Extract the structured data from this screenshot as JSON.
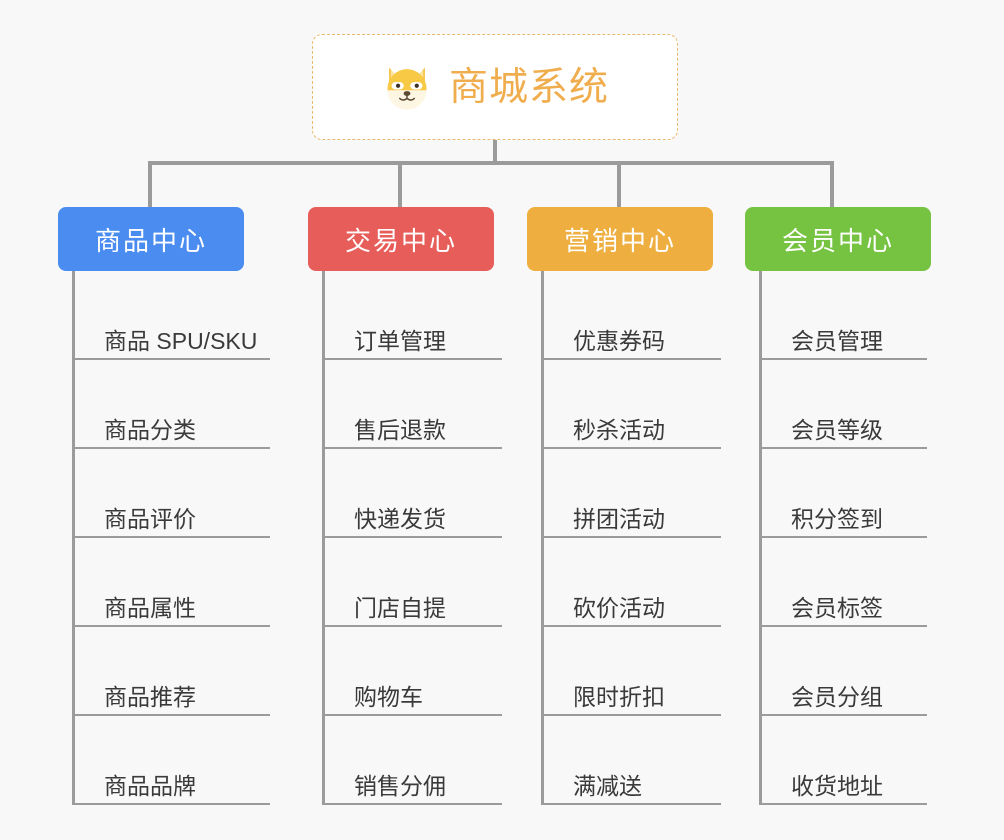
{
  "page": {
    "background": "#f8f8f8",
    "line_color": "#9b9b9b"
  },
  "root": {
    "title": "商城系统",
    "icon": "shiba-dog-icon",
    "text_color": "#f0ad4e",
    "border_color": "#e8b86b",
    "background": "#ffffff"
  },
  "columns": [
    {
      "label": "商品中心",
      "color": "#4a8cf0",
      "items": [
        "商品 SPU/SKU",
        "商品分类",
        "商品评价",
        "商品属性",
        "商品推荐",
        "商品品牌"
      ]
    },
    {
      "label": "交易中心",
      "color": "#e75d5a",
      "items": [
        "订单管理",
        "售后退款",
        "快递发货",
        "门店自提",
        "购物车",
        "销售分佣"
      ]
    },
    {
      "label": "营销中心",
      "color": "#eeaf40",
      "items": [
        "优惠券码",
        "秒杀活动",
        "拼团活动",
        "砍价活动",
        "限时折扣",
        "满减送"
      ]
    },
    {
      "label": "会员中心",
      "color": "#76c342",
      "items": [
        "会员管理",
        "会员等级",
        "积分签到",
        "会员标签",
        "会员分组",
        "收货地址"
      ]
    }
  ]
}
